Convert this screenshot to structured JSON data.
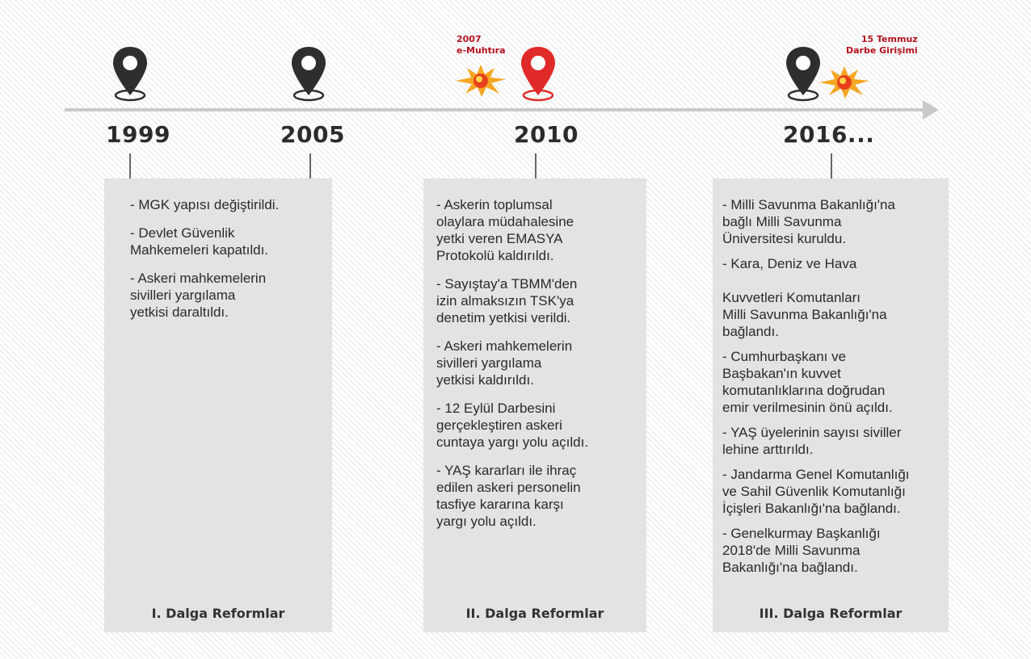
{
  "timeline": {
    "years": [
      "1999",
      "2005",
      "2010",
      "2016..."
    ],
    "events": [
      {
        "label": "2007\ne-Muhtıra"
      },
      {
        "label": "15 Temmuz\nDarbe Girişimi"
      }
    ]
  },
  "panels": [
    {
      "title": "I. Dalga Reformlar",
      "items": [
        "- MGK yapısı değiştirildi.",
        "- Devlet Güvenlik\n  Mahkemeleri kapatıldı.",
        "- Askeri mahkemelerin\n  sivilleri yargılama\n  yetkisi daraltıldı."
      ]
    },
    {
      "title": "II. Dalga Reformlar",
      "items": [
        "- Askerin toplumsal\n  olaylara müdahalesine\n  yetki veren EMASYA\n  Protokolü kaldırıldı.",
        "- Sayıştay'a TBMM'den\n  izin almaksızın TSK'ya\n  denetim yetkisi verildi.",
        "- Askeri mahkemelerin\n  sivilleri yargılama\n  yetkisi kaldırıldı.",
        "- 12 Eylül Darbesini\n  gerçekleştiren askeri\n  cuntaya yargı yolu açıldı.",
        "- YAŞ kararları ile ihraç\n  edilen askeri personelin\n  tasfiye kararına karşı\n  yargı yolu açıldı."
      ]
    },
    {
      "title": "III. Dalga Reformlar",
      "items": [
        "- Milli Savunma Bakanlığı'na\n  bağlı Milli Savunma\n  Üniversitesi kuruldu.",
        "- Kara, Deniz ve Hava\n\n  Kuvvetleri Komutanları\n  Milli Savunma Bakanlığı'na\n  bağlandı.",
        "- Cumhurbaşkanı ve\n  Başbakan'ın kuvvet\n  komutanlıklarına doğrudan\n  emir verilmesinin önü açıldı.",
        "- YAŞ üyelerinin sayısı siviller\n  lehine arttırıldı.",
        "- Jandarma Genel Komutanlığı\n  ve Sahil Güvenlik Komutanlığı\n  İçişleri Bakanlığı'na bağlandı.",
        "- Genelkurmay Başkanlığı\n  2018'de Milli Savunma\n  Bakanlığı'na bağlandı."
      ]
    }
  ],
  "colors": {
    "pin_dark": "#2e2e2e",
    "pin_red": "#e02a2a",
    "axis": "#c8c8c8",
    "panel_bg": "#e3e3e3",
    "event_text": "#b3121f"
  }
}
